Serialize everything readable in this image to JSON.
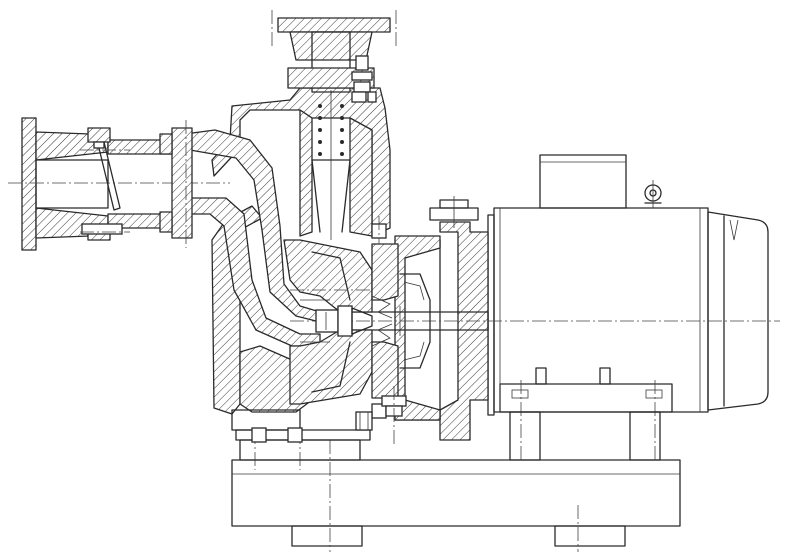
{
  "drawing": {
    "components": [
      {
        "name": "inlet-flange",
        "icon": "flange-icon"
      },
      {
        "name": "check-valve",
        "icon": "valve-flap-icon"
      },
      {
        "name": "pump-casing",
        "icon": "casing-icon"
      },
      {
        "name": "outlet-flange",
        "icon": "flange-icon"
      },
      {
        "name": "impeller",
        "icon": "impeller-icon"
      },
      {
        "name": "motor",
        "icon": "motor-icon"
      },
      {
        "name": "terminal-box",
        "icon": "terminal-box-icon"
      },
      {
        "name": "lifting-eye",
        "icon": "lifting-eye-icon"
      },
      {
        "name": "base-plate",
        "icon": "base-icon"
      }
    ],
    "colors": {
      "line": "#2a2a2a",
      "background": "#ffffff"
    }
  }
}
